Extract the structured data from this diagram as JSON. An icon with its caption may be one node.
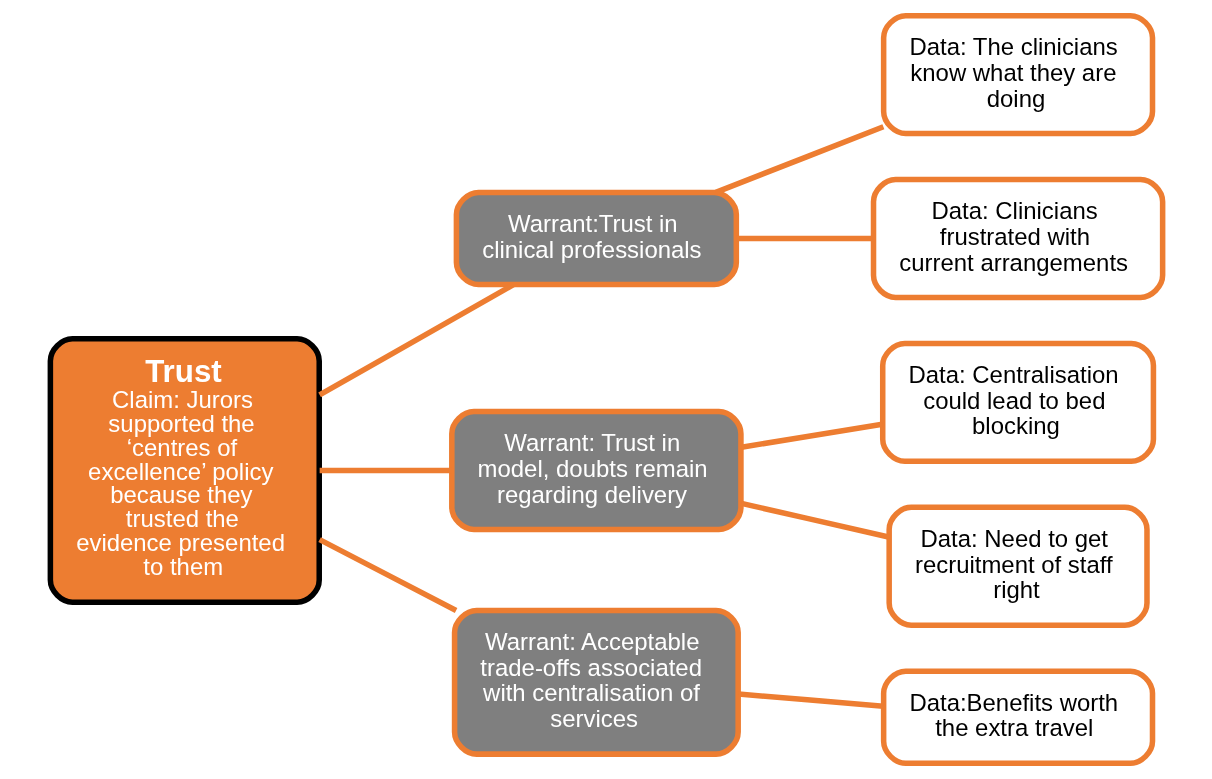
{
  "diagram": {
    "nodes": [
      {
        "text": [
          "Trust",
          "Claim: Jurors supported the ‘centres of excellence’ policy because they trusted the evidence presented to them"
        ]
      },
      {
        "text": [
          "Warrant:Trust in clinical professionals"
        ]
      },
      {
        "text": [
          "Data: The clinicians know what they are doing"
        ]
      },
      {
        "text": [
          "Data: Clinicians frustrated with current arrangements"
        ]
      },
      {
        "text": [
          "Warrant: Trust in model, doubts remain regarding delivery"
        ]
      },
      {
        "text": [
          "Data: Centralisation could lead to bed blocking"
        ]
      },
      {
        "text": [
          "Data: Need to get recruitment of staff right"
        ]
      },
      {
        "text": [
          "Warrant: Acceptable trade-offs associated with centralisation of services"
        ]
      },
      {
        "text": [
          "Data:Benefits worth the extra travel"
        ]
      }
    ],
    "edges": [
      {
        "from": 0,
        "to": 1,
        "arrow": "none"
      },
      {
        "from": 0,
        "to": 4,
        "arrow": "none"
      },
      {
        "from": 0,
        "to": 7,
        "arrow": "none"
      },
      {
        "from": 1,
        "to": 2,
        "arrow": "none"
      },
      {
        "from": 1,
        "to": 3,
        "arrow": "none"
      },
      {
        "from": 4,
        "to": 5,
        "arrow": "none"
      },
      {
        "from": 4,
        "to": 6,
        "arrow": "none"
      },
      {
        "from": 7,
        "to": 8,
        "arrow": "none"
      }
    ]
  }
}
